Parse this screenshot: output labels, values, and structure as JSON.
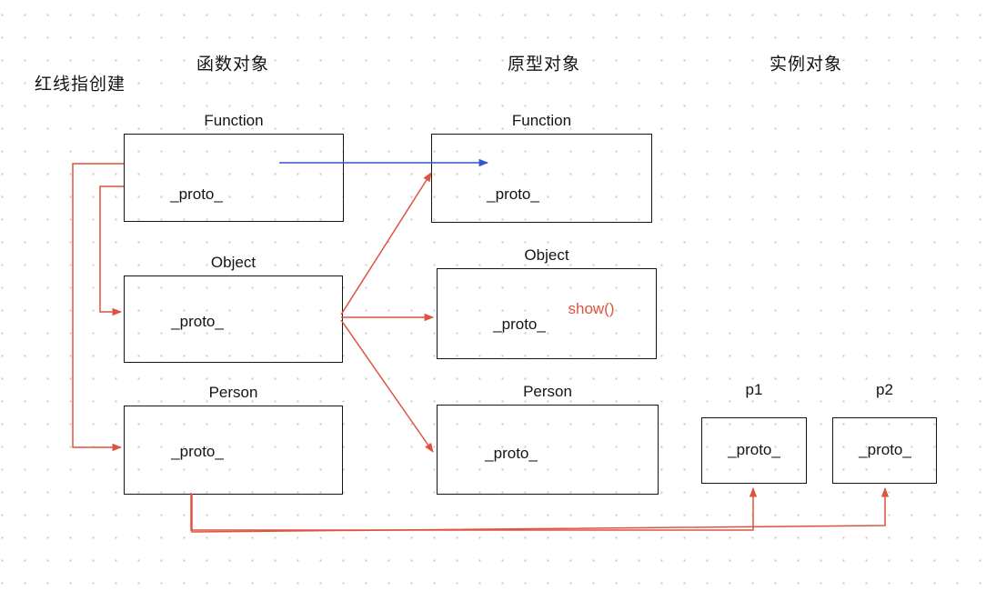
{
  "canvas": {
    "note": "红线指创建"
  },
  "columns": {
    "functions": "函数对象",
    "prototypes": "原型对象",
    "instances": "实例对象"
  },
  "nodes": {
    "function_left": {
      "title": "Function",
      "proto": "_proto_"
    },
    "function_proto": {
      "title": "Function",
      "proto": "_proto_"
    },
    "object_left": {
      "title": "Object",
      "proto": "_proto_"
    },
    "object_proto": {
      "title": "Object",
      "proto": "_proto_",
      "method": "show()"
    },
    "person_left": {
      "title": "Person",
      "proto": "_proto_"
    },
    "person_proto": {
      "title": "Person",
      "proto": "_proto_"
    },
    "p1": {
      "title": "p1",
      "proto": "_proto_"
    },
    "p2": {
      "title": "p2",
      "proto": "_proto_"
    }
  },
  "edges": [
    {
      "id": "function-creates-object",
      "from": "function_left",
      "to": "object_left",
      "color": "#de5340",
      "meaning": "creation"
    },
    {
      "id": "function-creates-person",
      "from": "function_left",
      "to": "person_left",
      "color": "#de5340",
      "meaning": "creation"
    },
    {
      "id": "object-to-function-proto",
      "from": "object_left",
      "to": "function_proto",
      "color": "#de5340",
      "meaning": "creation"
    },
    {
      "id": "object-to-object-proto",
      "from": "object_left",
      "to": "object_proto",
      "color": "#de5340",
      "meaning": "creation"
    },
    {
      "id": "object-to-person-proto",
      "from": "object_left",
      "to": "person_proto",
      "color": "#de5340",
      "meaning": "creation"
    },
    {
      "id": "person-to-p1",
      "from": "person_left",
      "to": "p1",
      "color": "#de5340",
      "meaning": "creation"
    },
    {
      "id": "person-to-p2",
      "from": "person_left",
      "to": "p2",
      "color": "#de5340",
      "meaning": "creation"
    },
    {
      "id": "function-prototype-link",
      "from": "function_left",
      "to": "function_proto",
      "color": "#3454d6",
      "meaning": "prototype"
    }
  ],
  "colors": {
    "creation_arrow": "#de5340",
    "prototype_arrow": "#3454d6",
    "method_text": "#de5340",
    "box_border": "#141414",
    "grid_dot": "#c9c9c9",
    "text": "#141414"
  }
}
